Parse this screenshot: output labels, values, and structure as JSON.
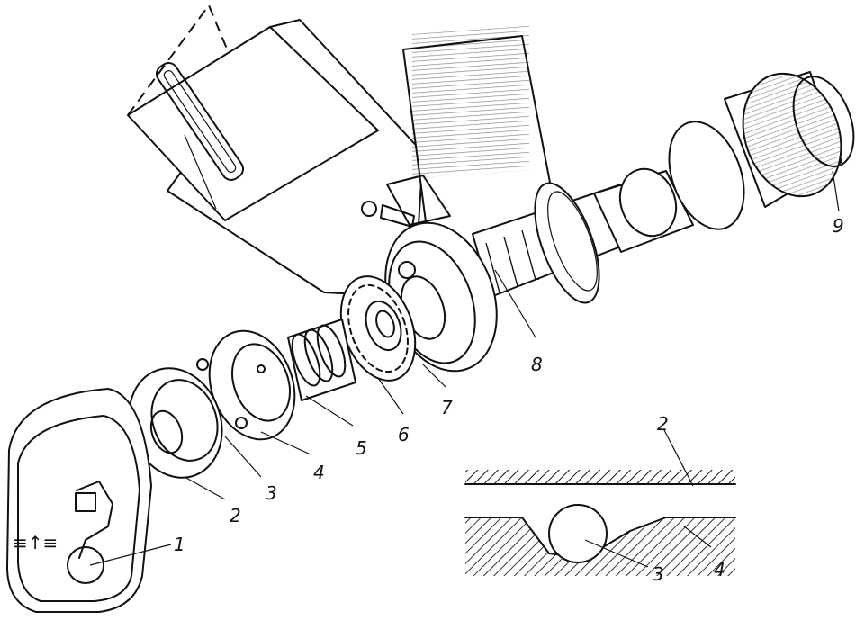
{
  "figure": {
    "main_labels": [
      {
        "id": "1",
        "text": "1"
      },
      {
        "id": "2",
        "text": "2"
      },
      {
        "id": "3",
        "text": "3"
      },
      {
        "id": "4",
        "text": "4"
      },
      {
        "id": "5",
        "text": "5"
      },
      {
        "id": "6",
        "text": "6"
      },
      {
        "id": "7",
        "text": "7"
      },
      {
        "id": "8",
        "text": "8"
      },
      {
        "id": "9",
        "text": "9"
      }
    ],
    "inset_labels": [
      {
        "id": "inset-2",
        "text": "2"
      },
      {
        "id": "inset-3",
        "text": "3"
      },
      {
        "id": "inset-4",
        "text": "4"
      }
    ],
    "side_marks": {
      "left": "≡↑≡"
    }
  }
}
